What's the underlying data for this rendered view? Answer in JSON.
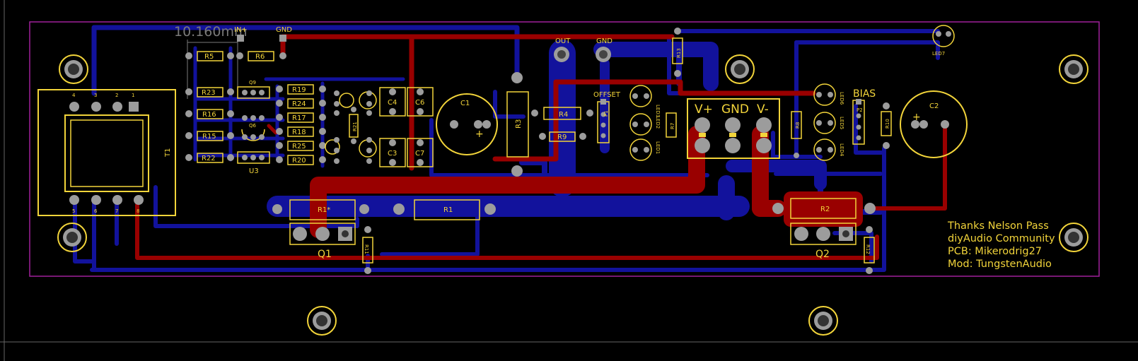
{
  "pcb": {
    "colors": {
      "background": "#000000",
      "bottom_copper": "#12129c",
      "top_copper": "#990000",
      "silkscreen": "#f2d43a",
      "board_outline": "#a0209a",
      "pad": "#9c9c9c",
      "measure": "#7a7a7a"
    },
    "measure_label": "10.160mm",
    "nets": {
      "in_plus": "IN+",
      "gnd": "GND",
      "out": "OUT",
      "gnd2": "GND"
    },
    "labels": {
      "offset": "OFFSET",
      "bias": "BIAS",
      "v_plus": "V+",
      "gnd_rail": "GND",
      "v_minus": "V-",
      "q1": "Q1",
      "q2": "Q2",
      "q9": "Q9",
      "q6": "Q6",
      "u3": "U3",
      "t1": "T1",
      "led7": "LED7",
      "p1": "P1",
      "p2": "P2"
    },
    "resistors": {
      "r5": "R5",
      "r6": "R6",
      "r23": "R23",
      "r16": "R16",
      "r15": "R15",
      "r22": "R22",
      "r19": "R19",
      "r24": "R24",
      "r17": "R17",
      "r18": "R18",
      "r25": "R25",
      "r20": "R20",
      "r21": "R21",
      "r3": "R3",
      "r4": "R4",
      "r9": "R9",
      "r13": "R13",
      "r7": "R7",
      "r8": "R8",
      "r10": "R10",
      "r1_star": "R1*",
      "r1": "R1",
      "r2": "R2",
      "r11": "R11",
      "r12": "R12"
    },
    "capacitors": {
      "c1": "C1",
      "c2": "C2",
      "c3": "C3",
      "c4": "C4",
      "c6": "C6",
      "c7": "C7"
    },
    "leds": {
      "led1": "LED1",
      "led2": "LED2",
      "led3": "LED3",
      "led4": "LED4",
      "led5": "LED5",
      "led6": "LED6"
    },
    "transformer_pins": [
      "4",
      "3",
      "2",
      "1",
      "5",
      "6",
      "7",
      "8"
    ],
    "credits": [
      "Thanks Nelson Pass",
      "diyAudio Community",
      "PCB: Mikerodrig27",
      "Mod: TungstenAudio"
    ]
  }
}
